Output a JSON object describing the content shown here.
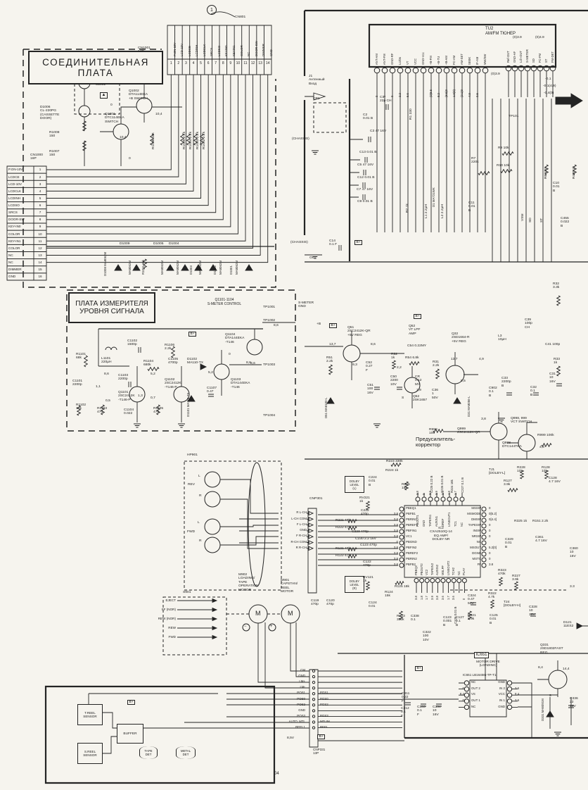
{
  "titles": {
    "connector": "СОЕДИНИТЕЛЬНАЯ\nПЛАТА",
    "meter": "ПЛАТА ИЗМЕРИТЕЛЯ\nУРОВНЯ СИГНАЛА",
    "smeter": "Q1101-1104\nS-METER CONTROL",
    "preamp": "Предусилитель-\nкорректор",
    "tuner": "TU2\nAM/FM ТЮНЕР",
    "ic2": "IC2\nCXA2510Q-14\nEQ AMP/\nDOLBY NR",
    "ic651_ref": "IC651",
    "ic651_func": "MOTOR DRIVE\n(LOADING)",
    "ic651_part": "IC651 LB1645M-TP-T1",
    "treel": "T.REEL\nSENSOR",
    "sreel": "S.REEL\nSENSOR",
    "buffer": "BUFFER",
    "tapedet": "TAPE\nDET",
    "metaldet": "METAL\nDET",
    "dolby_l": "DOLBY\nLEVEL\n(L)",
    "dolby_r": "DOLBY\nLEVEL\n(R)",
    "page_no": "04",
    "circled1": "1"
  },
  "cn801": {
    "ref": "CN801",
    "pins": [
      {
        "n": 1,
        "name": "P.ON-10V"
      },
      {
        "n": 2,
        "name": "LCD-10V"
      },
      {
        "n": 3,
        "name": "LCDCE"
      },
      {
        "n": 4,
        "name": "LCDINH"
      },
      {
        "n": 5,
        "name": "LCDCLK"
      },
      {
        "n": 6,
        "name": "SRCS"
      },
      {
        "n": 7,
        "name": "LCDSO"
      },
      {
        "n": 8,
        "name": "KEYIN0"
      },
      {
        "n": 9,
        "name": "KEYIN1"
      },
      {
        "n": 10,
        "name": "COLOR"
      },
      {
        "n": 11,
        "name": "NC"
      },
      {
        "n": 12,
        "name": "DOOR-SW"
      },
      {
        "n": 13,
        "name": "DIMMER"
      },
      {
        "n": 14,
        "name": "GND"
      }
    ]
  },
  "cn1000": {
    "ref": "CN1000\n16P",
    "rows": [
      [
        "P.ON-10V",
        1
      ],
      [
        "LCDCE",
        2
      ],
      [
        "LCD-10V",
        3
      ],
      [
        "LCDCLK",
        4
      ],
      [
        "LCDINH",
        5
      ],
      [
        "LCDSO",
        6
      ],
      [
        "SRCS",
        7
      ],
      [
        "DOOR-SW",
        8
      ],
      [
        "KEY-IN0",
        9
      ],
      [
        "COLOR",
        10
      ],
      [
        "KEY-IN1",
        11
      ],
      [
        "COLOR",
        12
      ],
      [
        "NC",
        13
      ],
      [
        "NC",
        14
      ],
      [
        "DIMMER",
        15
      ],
      [
        "GND",
        16
      ]
    ]
  },
  "tuner": {
    "left_pins": [
      "ANT-AM",
      "ANT-FM",
      "GND-RF",
      "Lo/Do",
      "VT",
      "VCC",
      "GND-Vcc",
      "+B-FM",
      "+B-TU",
      "+B-AM",
      "FC-AM",
      "AM-SET",
      "SEEK",
      "IF-AM",
      "MW/SW"
    ],
    "left_vals": [
      "0",
      "0",
      "0",
      "2.2",
      "5.6",
      "",
      "",
      "(0)8.5",
      "8.2",
      "(8.5)0",
      "1.9(0)",
      "(2.1)0",
      "4.9",
      "0.5",
      ""
    ],
    "right_pins": [
      "Ref-OUT",
      "GND-AF",
      "Lch-OUT",
      "S-METER",
      "SD",
      "FC-FM",
      "ST",
      "FM-DET"
    ]
  },
  "ic2": {
    "left": [
      [
        "PBEQ1",
        "30",
        ""
      ],
      [
        "PBFB1",
        "31",
        "3.8"
      ],
      [
        "PBRIN1",
        "32",
        "3.8"
      ],
      [
        "PBREF1",
        "33",
        "3.8"
      ],
      [
        "PBFIN1",
        "34",
        "3.8"
      ],
      [
        "VC1",
        "35",
        "3.8"
      ],
      [
        "PBGND",
        "36",
        "0"
      ],
      [
        "PBFIN2",
        "37",
        "3.8"
      ],
      [
        "PBREF2",
        "38",
        "3.8"
      ],
      [
        "PBRIN2",
        "39",
        "3.8"
      ],
      [
        "PBFB2",
        "40",
        "3.8"
      ]
    ],
    "right": [
      [
        "MSSW",
        "21",
        "0"
      ],
      [
        "MSMODE",
        "20",
        "0[5.2]"
      ],
      [
        "DMSW",
        "19",
        "0[4.4]"
      ],
      [
        "TAPESW",
        "18",
        "0"
      ],
      [
        "INSW",
        "17",
        "0"
      ],
      [
        "NRSW",
        "16",
        "0"
      ],
      [
        "NC",
        "15",
        ""
      ],
      [
        "MSOUT",
        "14",
        "5.2[0]"
      ],
      [
        "DGND",
        "13",
        "0"
      ],
      [
        "MSTC",
        "12",
        "0"
      ],
      [
        "FF",
        "11",
        "3.8"
      ]
    ],
    "top": [
      [
        "PBOUT1",
        "3.8"
      ],
      [
        "GND",
        "0"
      ],
      [
        "TAPEIN1",
        "3.9"
      ],
      [
        "AUXIN1",
        "3.9"
      ],
      [
        "DREF",
        "3.9"
      ],
      [
        "LINEOUT1",
        "4.8"
      ],
      [
        "TC1",
        "1.7"
      ],
      [
        "NC",
        ""
      ]
    ],
    "bottom": [
      [
        "PBEQ2",
        "3.8"
      ],
      [
        "PBOUT2",
        "1.8"
      ],
      [
        "VC2",
        "1.7"
      ],
      [
        "TAPEIN2",
        "3.9"
      ],
      [
        "AUXIN2",
        "3.8"
      ],
      [
        "MSLPF",
        "3.6"
      ],
      [
        "LINEOUT2",
        "1.7"
      ],
      [
        "TCH2",
        "3.6"
      ],
      [
        "NC",
        ""
      ],
      [
        "PLAY",
        "0"
      ]
    ]
  },
  "ic651": {
    "left": [
      [
        "6",
        "NC",
        ""
      ],
      [
        "7",
        "OUT 2",
        "0"
      ],
      [
        "8",
        "VS",
        "8.4"
      ],
      [
        "9",
        "OUT 1",
        "0"
      ],
      [
        "10",
        "NC",
        ""
      ]
    ],
    "right": [
      [
        "5",
        "GND",
        ""
      ],
      [
        "4",
        "IN 2",
        "3.6"
      ],
      [
        "3",
        "VCC",
        "8.4"
      ],
      [
        "2",
        "IN 1",
        "3.6"
      ],
      [
        "1",
        "GND",
        ""
      ]
    ]
  },
  "cnp331": {
    "ref": "CNP331\n13P",
    "left": [
      "CM",
      "GND",
      "LM+",
      "LM-",
      "POS1",
      "POS0",
      "POS2",
      "GND",
      "POS3",
      "AUTO. MTL",
      "REEL1"
    ],
    "right": [
      [
        4,
        "POS1"
      ],
      [
        5,
        "POS0"
      ],
      [
        6,
        "POS2"
      ],
      [
        8,
        "POS3"
      ],
      [
        9,
        "MTLIM"
      ],
      [
        10,
        "REEL"
      ]
    ]
  },
  "hp901": {
    "ref": "HP901",
    "signals": [
      "R L-CH",
      "L-CH COM",
      "F L-CH",
      "GND",
      "F R-CH",
      "R-CH COM",
      "R R-CH"
    ]
  },
  "motors": {
    "modes": [
      "EJECT",
      "FF (NOR)",
      "REW (NOR)",
      "REW",
      "FWD"
    ]
  },
  "labels": [
    [
      "CN1001\n14P",
      196,
      66
    ],
    [
      "CN801",
      334,
      22
    ],
    [
      "S1001",
      136,
      118
    ],
    [
      "▲",
      142,
      131,
      "b",
      6
    ],
    [
      "Q1002\nDTA114EKA\n+B SWITCH",
      183,
      127
    ],
    [
      "Q1001\nDTC114EKA\nSWITCH",
      149,
      160
    ],
    [
      "D1006\nCL-220PG\n(CASSETTE\nDOOR)",
      57,
      150
    ],
    [
      "R1008\n150",
      70,
      186
    ],
    [
      "R1007\n150",
      70,
      213
    ],
    [
      "CN1000\n16P",
      43,
      218
    ],
    [
      "10,4",
      221,
      160
    ],
    [
      "10,4",
      170,
      193
    ],
    [
      "0",
      183,
      223
    ],
    [
      "0",
      157,
      147
    ],
    [
      "R1006 10k",
      216,
      212,
      "v"
    ],
    [
      "R1005 2.2k",
      260,
      212,
      "v"
    ],
    [
      "R1004 2.2k",
      269,
      212,
      "v"
    ],
    [
      "R1003 2.2k",
      279,
      212,
      "v"
    ],
    [
      "R1002 2.2k",
      288,
      212,
      "v"
    ],
    [
      "D1008 MA8062M",
      148,
      392,
      "v",
      4.4
    ],
    [
      "D1009",
      170,
      344
    ],
    [
      "MA8062M",
      183,
      390,
      "v",
      4.4
    ],
    [
      "R1011 10k",
      202,
      390,
      "v",
      4.4
    ],
    [
      "D1005",
      218,
      344
    ],
    [
      "D1004",
      240,
      344
    ],
    [
      "MA8062M",
      229,
      390,
      "v",
      4.4
    ],
    [
      "MA8062M",
      251,
      390,
      "v",
      4.4
    ],
    [
      "D1003",
      270,
      390,
      "v",
      4.4
    ],
    [
      "MA8062M",
      283,
      390,
      "v",
      4.4
    ],
    [
      "D1002",
      304,
      390,
      "v",
      4.4
    ],
    [
      "MA8062M",
      312,
      390,
      "v",
      4.4
    ],
    [
      "D1001",
      327,
      390,
      "v",
      4.4
    ],
    [
      "MA8062M",
      335,
      390,
      "v",
      4.4
    ],
    [
      "B+",
      268,
      471,
      "b"
    ],
    [
      "C1102\n1500p",
      181,
      482
    ],
    [
      "R1106\n2.2k",
      234,
      488
    ],
    [
      "Q1104\nDTA144EKA\n-T146",
      320,
      473
    ],
    [
      "R1101\n68k",
      108,
      501
    ],
    [
      "L1101\n220µH",
      144,
      507
    ],
    [
      "R1104\n680k",
      204,
      511
    ],
    [
      "C1105\n4700p",
      239,
      508
    ],
    [
      "D1102\nMA110-TX",
      266,
      508
    ],
    [
      "8,6",
      148,
      529
    ],
    [
      "0",
      325,
      501
    ],
    [
      "8,6",
      350,
      513
    ],
    [
      "5,2",
      214,
      529
    ],
    [
      "5,2",
      296,
      527
    ],
    [
      "C1103\n2200p",
      168,
      531
    ],
    [
      "Q1102\n2SC2412K\n-T146-P",
      234,
      537
    ],
    [
      "Q1103\nDTA144EKA\n-T146",
      328,
      537
    ],
    [
      "C1101\n2200p",
      103,
      539
    ],
    [
      "1,1",
      136,
      547
    ],
    [
      "Q1101\n2SC2412K\n-T146-P",
      168,
      555
    ],
    [
      "0,5",
      150,
      567
    ],
    [
      "D1101 MA110-TX",
      266,
      592,
      "v",
      4.4
    ],
    [
      "C1107\n0.47",
      294,
      549
    ],
    [
      "R1102\n10k",
      108,
      573
    ],
    [
      "R1103\n470",
      138,
      578
    ],
    [
      "C1104\n0.022",
      176,
      580
    ],
    [
      "R1105\n470",
      218,
      578
    ],
    [
      "1,3",
      196,
      560
    ],
    [
      "0,7",
      214,
      563
    ],
    [
      "TP1001",
      374,
      434
    ],
    [
      "TP1002",
      374,
      453
    ],
    [
      "8,6",
      389,
      460
    ],
    [
      "+B",
      450,
      458
    ],
    [
      "8,6",
      356,
      514
    ],
    [
      "TP1003",
      374,
      516
    ],
    [
      "TP1004",
      374,
      588
    ],
    [
      "S-METER\nGND",
      424,
      428
    ],
    [
      "J1\nАнтенный\nВход",
      439,
      106
    ],
    [
      "CP1",
      445,
      138
    ],
    [
      "C1\n22p CH",
      540,
      136
    ],
    [
      "R1 330",
      582,
      170,
      "v"
    ],
    [
      "C2\n0.01 B",
      516,
      161
    ],
    [
      "C3 47 16V",
      526,
      184
    ],
    [
      "C13 0.01 B",
      511,
      214
    ],
    [
      "C5 47 16V",
      508,
      232
    ],
    [
      "C12 0.01 B",
      508,
      250
    ],
    [
      "C7 47 16V",
      507,
      267
    ],
    [
      "C9 0.01 B",
      508,
      284
    ],
    [
      "R2 1k",
      577,
      302,
      "v"
    ],
    [
      "L1 2.2µH",
      604,
      310,
      "v"
    ],
    [
      "L2 2.2µH",
      627,
      310,
      "v"
    ],
    [
      "D1 MA721WK",
      615,
      294,
      "v",
      4.4
    ],
    [
      "C14\n0.1 F",
      468,
      340
    ],
    [
      "(CHASSIS)",
      415,
      195
    ],
    [
      "(CHASSIS)",
      413,
      342
    ],
    [
      "OUT",
      440,
      364
    ],
    [
      "B+",
      504,
      341,
      "b"
    ],
    [
      "TP101",
      723,
      163
    ],
    [
      "(0)3.9",
      698,
      103
    ],
    [
      "(0)3.9",
      729,
      51
    ],
    [
      "(0)4.9",
      761,
      51
    ],
    [
      "-0,1",
      775,
      110
    ],
    [
      "-0,1(4,9)",
      772,
      120
    ],
    [
      "-0,4(0)",
      773,
      130
    ],
    [
      "R7\n220k",
      670,
      223
    ],
    [
      "R9 10k",
      708,
      208
    ],
    [
      "R10 10k",
      706,
      233
    ],
    [
      "R8 470",
      774,
      254,
      "v"
    ],
    [
      "C10\n0.01\nB",
      786,
      258
    ],
    [
      "C11\n0.01\nB",
      666,
      286
    ],
    [
      "R439 1k",
      814,
      254,
      "v"
    ],
    [
      "C455\n0.022\nB",
      797,
      308
    ],
    [
      "VSM",
      741,
      314,
      "v"
    ],
    [
      "SD",
      752,
      316,
      "v"
    ],
    [
      "ST",
      768,
      316,
      "v"
    ],
    [
      "R32\n3.3k",
      786,
      401
    ],
    [
      "C39\n100p\nCH",
      746,
      452
    ],
    [
      "L3\n10µH",
      708,
      475
    ],
    [
      "C41 100p",
      775,
      487
    ],
    [
      "R33\n1k",
      787,
      508
    ],
    [
      "C33\n2200p\nB",
      713,
      535
    ],
    [
      "C902\n0.1\nB",
      695,
      549
    ],
    [
      "C32\n0.1\nB",
      754,
      548
    ],
    [
      "C31\n10\n16V",
      781,
      529
    ],
    [
      "B+",
      468,
      459,
      "b"
    ],
    [
      "B+",
      588,
      446,
      "b"
    ],
    [
      "Q51\n2SC2412K-QR\n+5V REG",
      494,
      463
    ],
    [
      "13,7",
      468,
      487
    ],
    [
      "8,6",
      527,
      487
    ],
    [
      "R51\n2.2k",
      464,
      506
    ],
    [
      "9,3",
      501,
      516
    ],
    [
      "C52\n0.27\nF",
      520,
      513
    ],
    [
      "C51\n100\n16V",
      522,
      545
    ],
    [
      "D51 MA8100-L",
      462,
      594,
      "v",
      4.4
    ],
    [
      "R52\n1k",
      556,
      501
    ],
    [
      "C54 0.22MY",
      579,
      489
    ],
    [
      "R54 6.8k",
      576,
      506
    ],
    [
      "2,2",
      564,
      520
    ],
    [
      "C50\n2200\n10V",
      555,
      533
    ],
    [
      "CR\n0.12\nMY",
      590,
      533
    ],
    [
      "1,9",
      592,
      552
    ],
    [
      "Q52\n2SK1657",
      587,
      561
    ],
    [
      "S",
      571,
      563
    ],
    [
      "Q52\nVT LPF\nAMP",
      581,
      461
    ],
    [
      "Q32\n2SD1664-R\n+5V REG",
      642,
      472
    ],
    [
      "13,7",
      641,
      508
    ],
    [
      "4,9",
      681,
      508
    ],
    [
      "R31\n2.2k",
      615,
      512
    ],
    [
      "9,5",
      655,
      539
    ],
    [
      "C36\n1\n50V",
      614,
      552
    ],
    [
      "D31 MA8056-L",
      665,
      592,
      "v",
      4.4
    ],
    [
      "3,8",
      684,
      593
    ],
    [
      "Q998, 999\nVCT SWITCH",
      726,
      592
    ],
    [
      "Q999\n2SC2412K-QR",
      650,
      607
    ],
    [
      "R998\n100",
      610,
      608
    ],
    [
      "Q998\nDTC144TKA",
      714,
      627
    ],
    [
      "4,3",
      767,
      633
    ],
    [
      "R999 100k",
      764,
      616
    ],
    [
      "R228\n10k",
      735,
      662
    ],
    [
      "R128\n10k",
      770,
      662
    ],
    [
      "TJ1\n[DOLBY-L]",
      695,
      665
    ],
    [
      "R127\n3.9k",
      716,
      681
    ],
    [
      "C128\n4.7 16V",
      780,
      677
    ],
    [
      "R325 1k",
      731,
      738
    ],
    [
      "R151 2.2k",
      757,
      738
    ],
    [
      "3.3",
      810,
      831
    ],
    [
      "R223 330k",
      549,
      653
    ],
    [
      "R224 1k",
      548,
      666
    ],
    [
      "C224\n0.01\nB",
      524,
      676
    ],
    [
      "R225\n18k",
      571,
      686
    ],
    [
      "RV221\n1k",
      511,
      705
    ],
    [
      "C222\n470p",
      513,
      723
    ],
    [
      "R221 47k",
      477,
      737
    ],
    [
      "R222 47k",
      477,
      747
    ],
    [
      "C223 470p",
      500,
      753
    ],
    [
      "C230 2.2 16V",
      505,
      763
    ],
    [
      "C123 470p",
      512,
      772
    ],
    [
      "R121 47k",
      477,
      777
    ],
    [
      "R122 47k",
      477,
      787
    ],
    [
      "C122\n470p",
      516,
      796
    ],
    [
      "RV121\n1k",
      516,
      818
    ],
    [
      "R125 18k",
      561,
      831
    ],
    [
      "R124\n15k",
      547,
      839
    ],
    [
      "C124\n0.01",
      524,
      854
    ],
    [
      "R123\n330k",
      564,
      873
    ],
    [
      "C338\n0.1",
      584,
      873
    ],
    [
      "C119\n470p",
      442,
      851
    ],
    [
      "C120\n470p",
      464,
      851
    ],
    [
      "CNP301",
      440,
      706
    ],
    [
      "C225 0.22 B",
      612,
      700,
      "v",
      4.4
    ],
    [
      "C226 0.01 B",
      627,
      700,
      "v",
      4.4
    ],
    [
      "R324 18k",
      641,
      700,
      "v",
      4.4
    ],
    [
      "C227 0.1 B",
      656,
      700,
      "v",
      4.4
    ],
    [
      "C126 0.01 B",
      646,
      886,
      "v",
      4.4
    ],
    [
      "C329\n0.01\nB",
      718,
      764
    ],
    [
      "C361\n4.7 16V",
      761,
      761
    ],
    [
      "C360\n10\n16V",
      810,
      777
    ],
    [
      "R323\n470k",
      708,
      808
    ],
    [
      "R227\n3.9k",
      728,
      816
    ],
    [
      "R322\n4.7k",
      694,
      841
    ],
    [
      "C324\n0.47\n50V",
      665,
      844
    ],
    [
      "T24\n[DOLBY-H]",
      716,
      853
    ],
    [
      "C328\n10\n16V",
      752,
      860
    ],
    [
      "C125\n0.01\nB",
      696,
      872
    ],
    [
      "R321\n3.9k",
      665,
      872
    ],
    [
      "C127\n0.1\nB",
      648,
      875
    ],
    [
      "C123\n0.001\nB",
      630,
      875
    ],
    [
      "C322\n100\n10V",
      601,
      896
    ],
    [
      "D121\n11ES2",
      801,
      882
    ],
    [
      "HP901",
      266,
      644
    ],
    [
      "REV",
      267,
      686
    ],
    [
      "L",
      282,
      674
    ],
    [
      "R",
      283,
      702
    ],
    [
      "FWD",
      266,
      753
    ],
    [
      "L",
      281,
      740
    ],
    [
      "R",
      283,
      766
    ],
    [
      "M902\nLOADING/\nTAPE\nOPERATION\nMOTOR",
      339,
      814
    ],
    [
      "M901\nCAPSTAN/\nREEL\nMOTOR",
      399,
      822
    ],
    [
      "S901",
      260,
      839
    ],
    [
      "M",
      363,
      866,
      "",
      9
    ],
    [
      "M",
      409,
      866,
      "",
      9
    ],
    [
      "−",
      347,
      887,
      "",
      6
    ],
    [
      "+",
      384,
      887,
      "",
      6
    ],
    [
      "B+",
      181,
      994,
      "b"
    ],
    [
      "B+",
      590,
      946,
      "b"
    ],
    [
      "B+",
      451,
      1043,
      "b"
    ],
    [
      "C311\n0.22\nF",
      571,
      983
    ],
    [
      "C312\n0.1\nF",
      570,
      1004
    ],
    [
      "C333\n0.1\nF",
      593,
      1002
    ],
    [
      "C334\n10\n16V",
      615,
      1002
    ],
    [
      "Q331\n2SD1802FAST\nREG",
      768,
      914
    ],
    [
      "8,4",
      765,
      946
    ],
    [
      "14,4",
      800,
      948
    ],
    [
      "9",
      781,
      986
    ],
    [
      "D331 MA8091M",
      770,
      1024,
      "v",
      4.4
    ],
    [
      "C336\n22\n16V",
      810,
      990
    ],
    [
      "8,5V",
      408,
      1046
    ]
  ]
}
